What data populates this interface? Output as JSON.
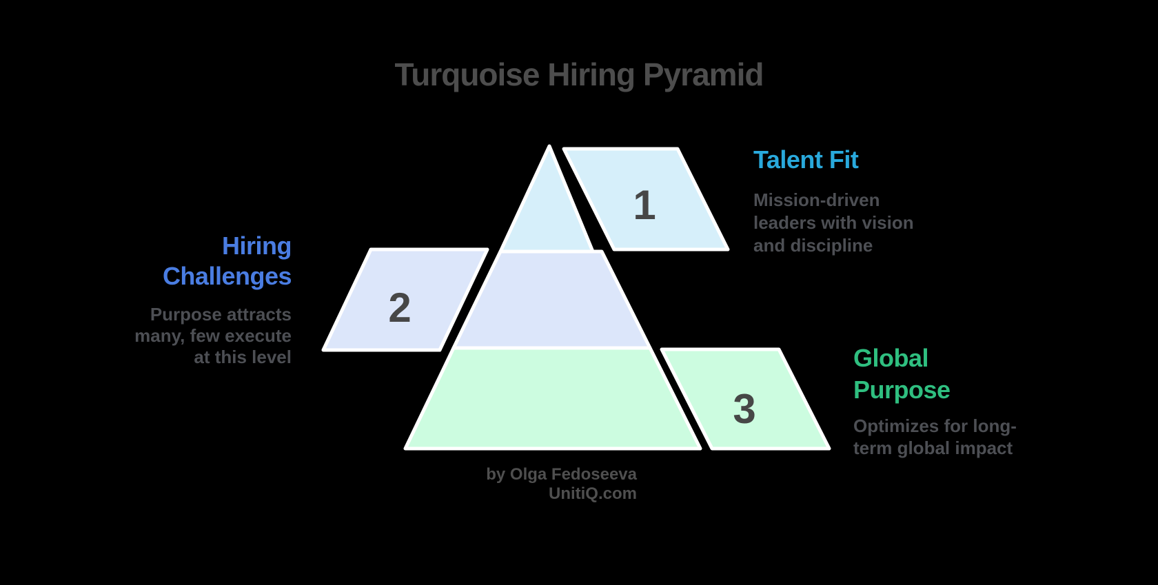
{
  "title": "Turquoise Hiring Pyramid",
  "levels": [
    {
      "number": "1",
      "heading": "Talent Fit",
      "heading_color": "#29A9DC",
      "description": "Mission-driven\nleaders with vision\nand discipline",
      "fill_color": "#D6EFFA"
    },
    {
      "number": "2",
      "heading": "Hiring\nChallenges",
      "heading_color": "#4A7DE2",
      "description": "Purpose attracts\nmany, few execute\nat this level",
      "fill_color": "#DCE6FA"
    },
    {
      "number": "3",
      "heading": "Global\nPurpose",
      "heading_color": "#2FBF80",
      "description": "Optimizes for long-\nterm global impact",
      "fill_color": "#CCFCE0"
    }
  ],
  "footer": {
    "byline": "by Olga Fedoseeva",
    "site": "UnitiQ.com"
  },
  "colors": {
    "background": "#000000",
    "shape_stroke": "#FFFFFF",
    "title_text": "#4D4D4D",
    "body_text": "#4D4F54",
    "number_text": "#474747",
    "footer_text": "#4F4F4F"
  }
}
